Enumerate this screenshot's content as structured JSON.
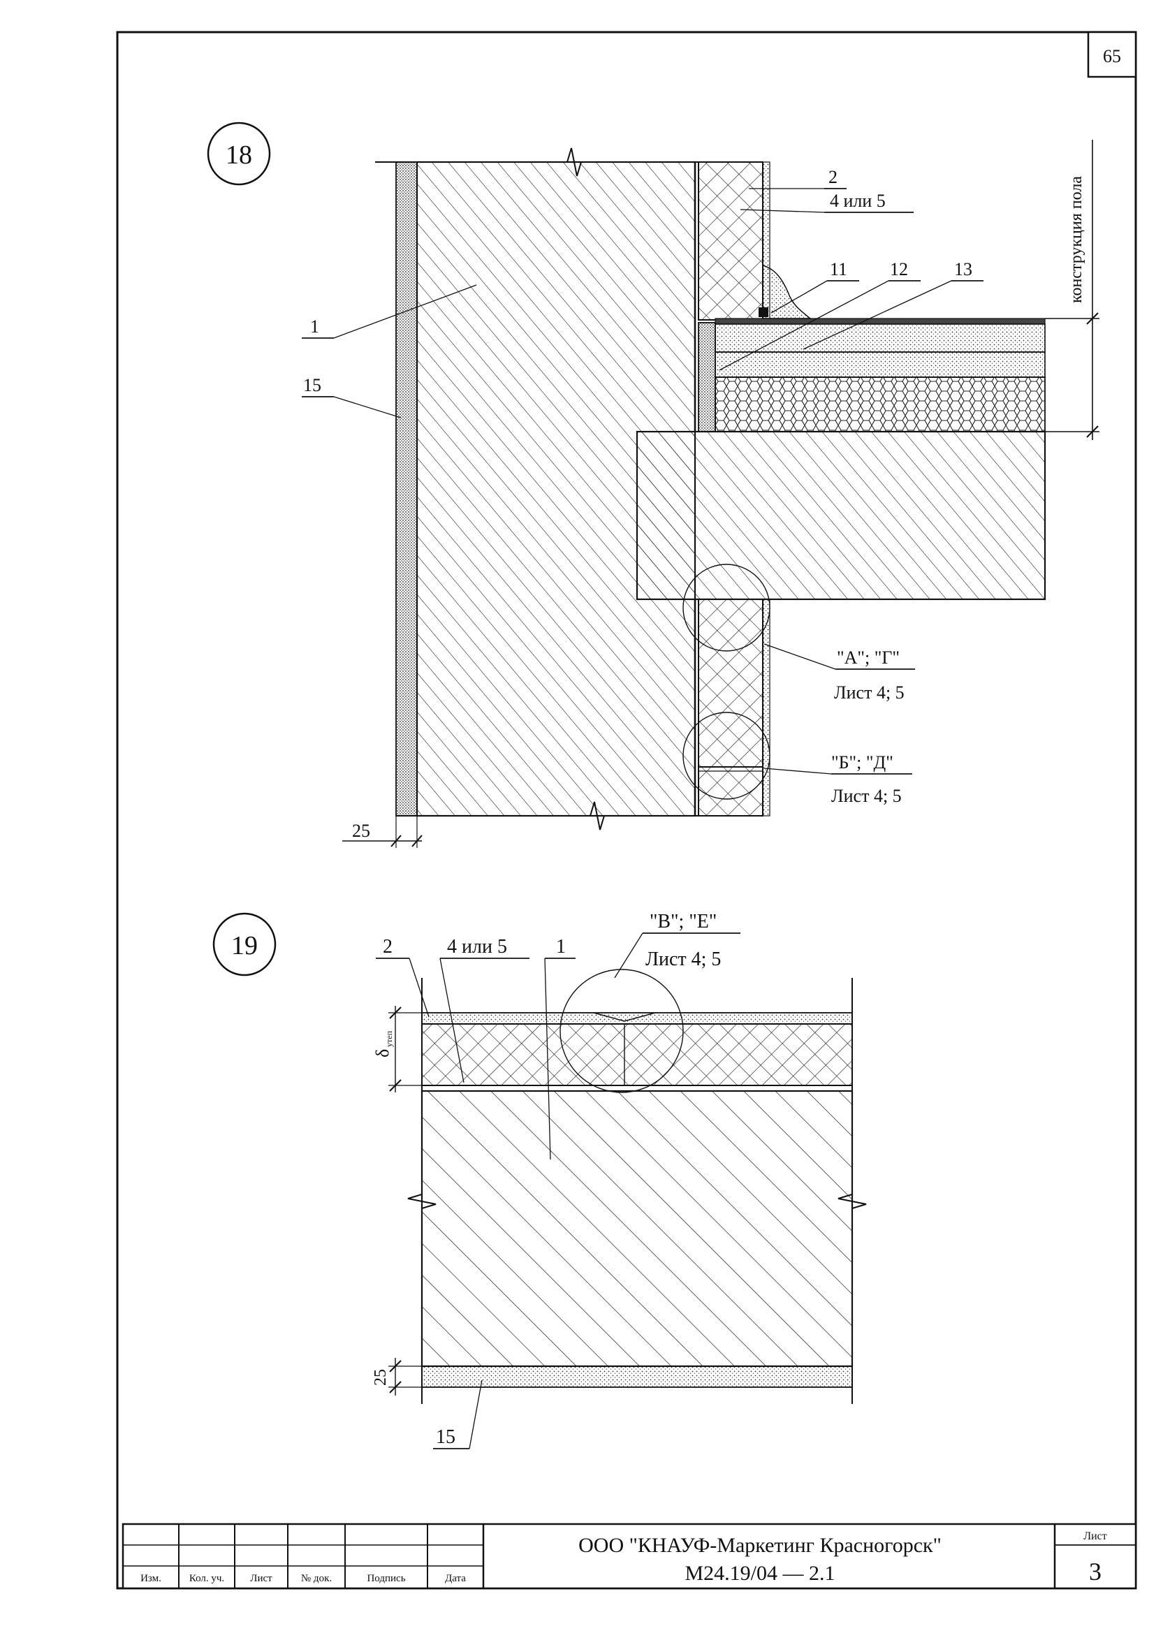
{
  "page_number": "65",
  "detail_18": {
    "number": "18",
    "labels": {
      "l1": "1",
      "l2": "2",
      "l4or5": "4 или 5",
      "l11": "11",
      "l12": "12",
      "l13": "13",
      "l15": "15",
      "ref_ag": "\"А\"; \"Г\"",
      "ref_ag_sheet": "Лист 4; 5",
      "ref_bd": "\"Б\"; \"Д\"",
      "ref_bd_sheet": "Лист 4; 5",
      "dim_25": "25",
      "floor_construction": "конструкция пола"
    }
  },
  "detail_19": {
    "number": "19",
    "labels": {
      "l2": "2",
      "l4or5": "4 или 5",
      "l1": "1",
      "ref_ve": "\"В\"; \"Е\"",
      "ref_ve_sheet": "Лист 4; 5",
      "delta": "δ",
      "delta_sub": "утеп",
      "dim_25": "25",
      "l15": "15"
    }
  },
  "title_block": {
    "organization": "ООО \"КНАУФ-Маркетинг Красногорск\"",
    "document_code": "М24.19/04 — 2.1",
    "sheet_label": "Лист",
    "sheet_number": "3",
    "columns": [
      "Изм.",
      "Кол. уч.",
      "Лист",
      "№ док.",
      "Подпись",
      "Дата"
    ]
  }
}
